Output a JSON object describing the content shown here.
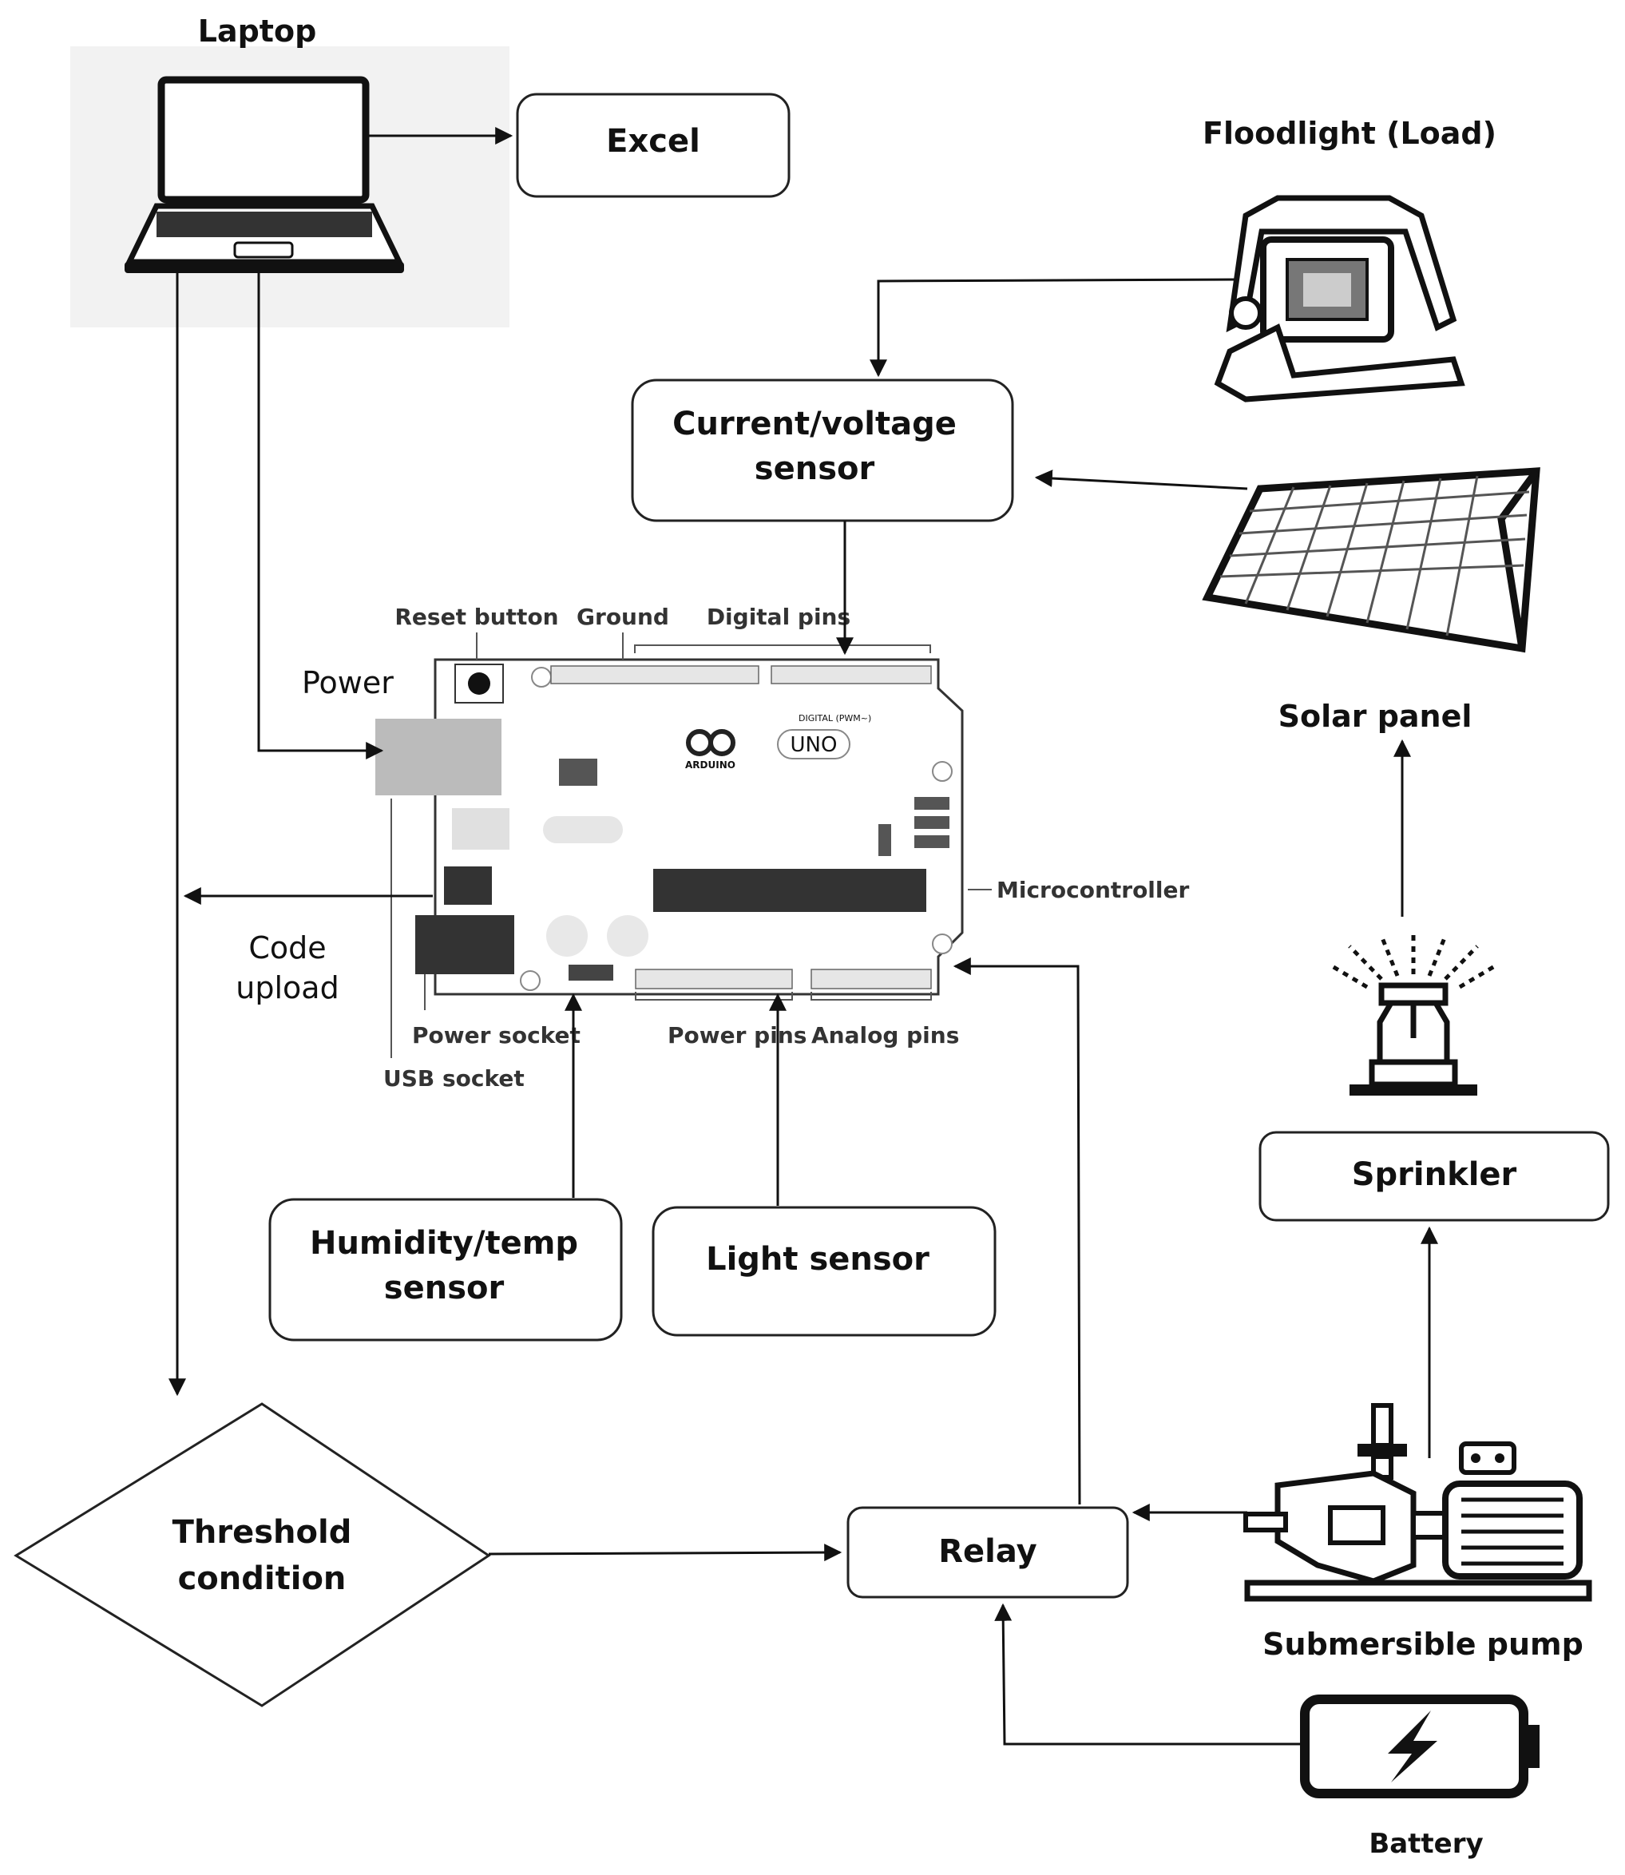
{
  "nodes": {
    "laptop": "Laptop",
    "excel": "Excel",
    "floodlight": "Floodlight (Load)",
    "cv_sensor_line1": "Current/voltage",
    "cv_sensor_line2": "sensor",
    "solar_panel": "Solar panel",
    "humidity_line1": "Humidity/temp",
    "humidity_line2": "sensor",
    "light_sensor": "Light sensor",
    "sprinkler": "Sprinkler",
    "threshold_line1": "Threshold",
    "threshold_line2": "condition",
    "relay": "Relay",
    "pump": "Submersible pump",
    "battery": "Battery"
  },
  "board": {
    "power": "Power",
    "code_upload_line1": "Code",
    "code_upload_line2": "upload",
    "reset_button": "Reset button",
    "ground": "Ground",
    "digital_pins": "Digital pins",
    "microcontroller": "Microcontroller",
    "power_socket": "Power socket",
    "usb_socket": "USB socket",
    "power_pins": "Power pins",
    "analog_pins": "Analog pins",
    "brand": "ARDUINO",
    "model": "UNO"
  }
}
